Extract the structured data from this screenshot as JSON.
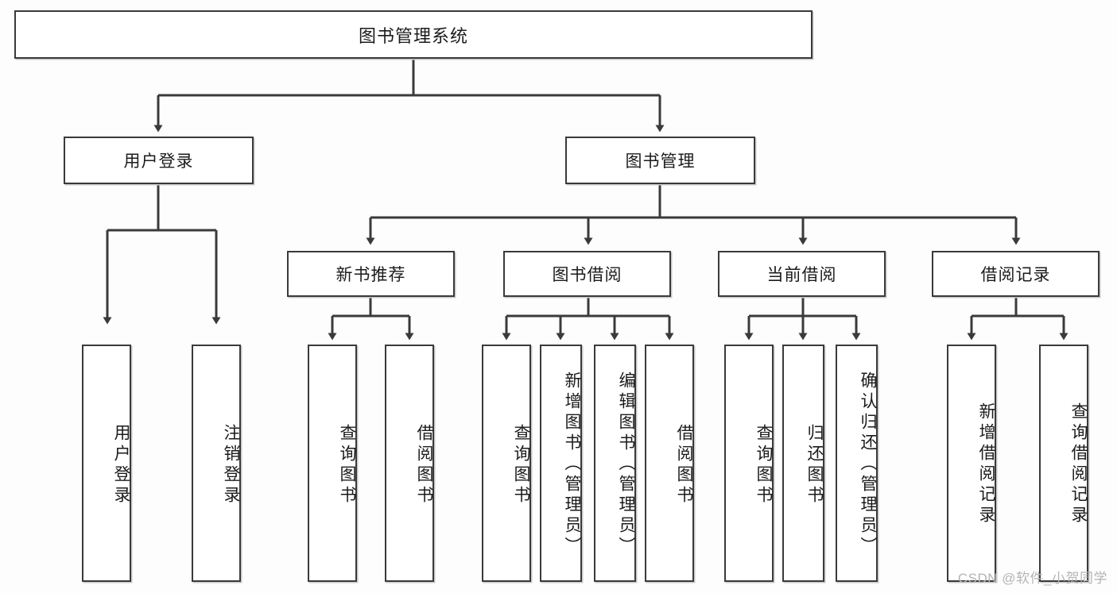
{
  "diagram": {
    "title": "图书管理系统",
    "type": "tree-hierarchy-chart",
    "root": {
      "label": "图书管理系统"
    },
    "level2": [
      {
        "label": "用户登录"
      },
      {
        "label": "图书管理"
      }
    ],
    "level3": [
      {
        "label": "新书推荐"
      },
      {
        "label": "图书借阅"
      },
      {
        "label": "当前借阅"
      },
      {
        "label": "借阅记录"
      }
    ],
    "leaves": {
      "user_login": [
        {
          "label": "用户登录"
        },
        {
          "label": "注销登录"
        }
      ],
      "new_book_recommend": [
        {
          "label": "查询图书"
        },
        {
          "label": "借阅图书"
        }
      ],
      "book_borrow": [
        {
          "label": "查询图书"
        },
        {
          "label": "新增图书（管理员）"
        },
        {
          "label": "编辑图书（管理员）"
        },
        {
          "label": "借阅图书"
        }
      ],
      "current_borrow": [
        {
          "label": "查询图书"
        },
        {
          "label": "归还图书"
        },
        {
          "label": "确认归还（管理员）"
        }
      ],
      "borrow_record": [
        {
          "label": "新增借阅记录"
        },
        {
          "label": "查询借阅记录"
        }
      ]
    }
  },
  "watermark": {
    "text": "CSDN @软件_小贺同学"
  },
  "colors": {
    "box_border": "#3a3a3a",
    "box_fill": "#ffffff",
    "edge": "#3a3a3a",
    "background": "#fdfdfd",
    "watermark": "#b4b4b4"
  }
}
